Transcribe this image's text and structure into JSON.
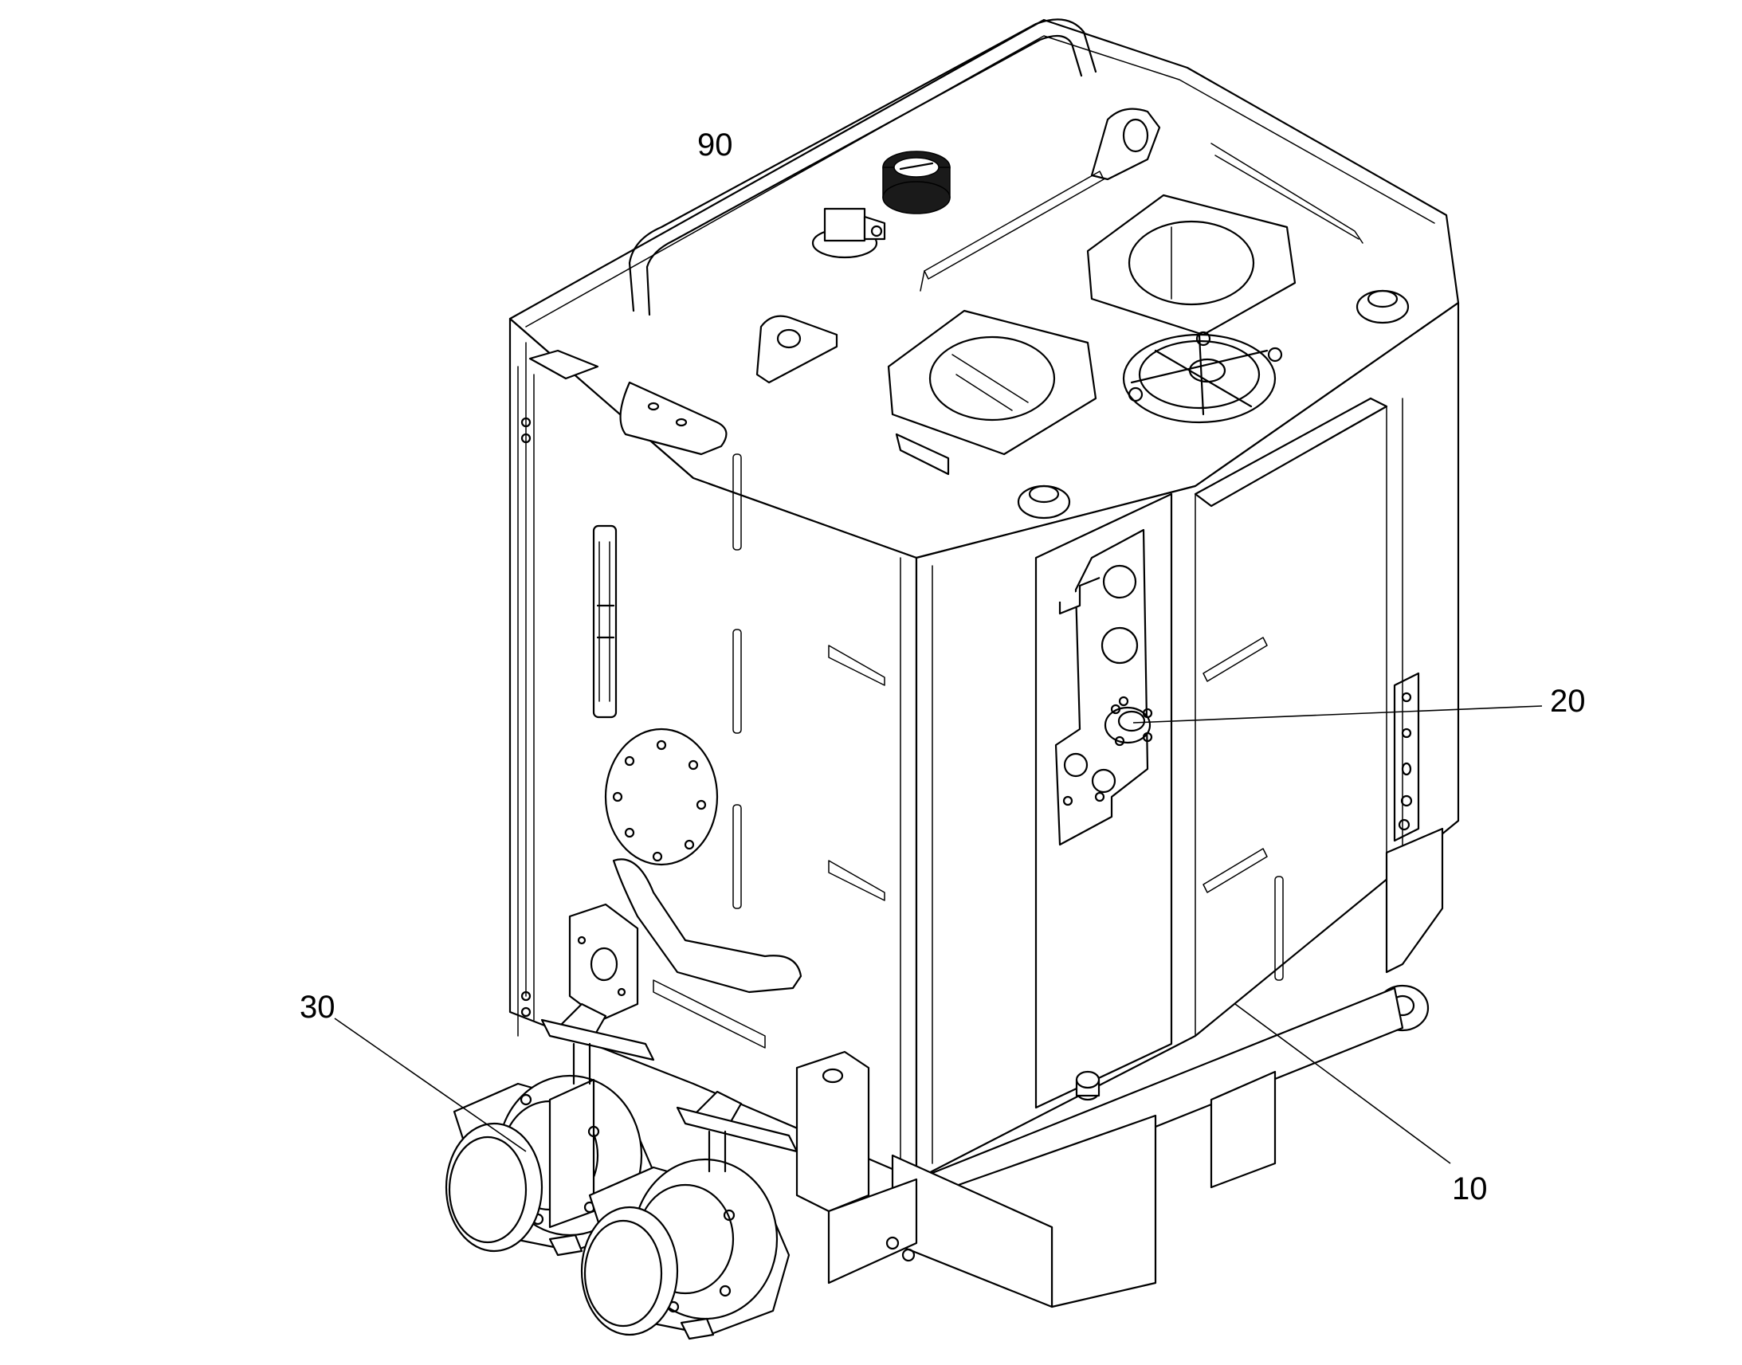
{
  "callouts": [
    {
      "id": "90",
      "label": "90"
    },
    {
      "id": "20",
      "label": "20"
    },
    {
      "id": "30",
      "label": "30"
    },
    {
      "id": "10",
      "label": "10"
    }
  ],
  "colors": {
    "line": "#000000",
    "background": "#ffffff",
    "rubber_cap": "#1a1a1a"
  }
}
